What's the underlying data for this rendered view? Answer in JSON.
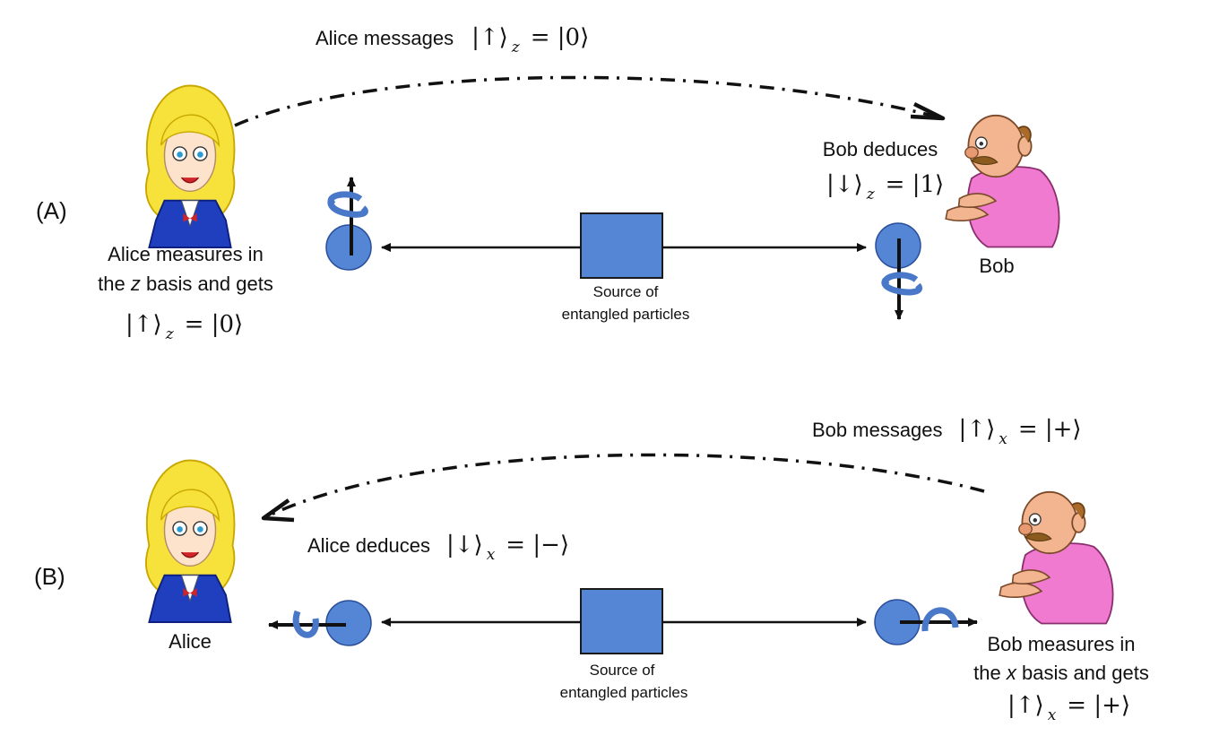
{
  "panel_a": {
    "label": "(A)",
    "message_text": "Alice messages",
    "message_ket": "|↑⟩",
    "message_sub": "z",
    "message_rhs": "= |0⟩",
    "alice_line1": "Alice measures in",
    "alice_line2_pre": "the ",
    "alice_line2_basis": "z",
    "alice_line2_post": " basis and gets",
    "alice_result_ket": "|↑⟩",
    "alice_result_sub": "z",
    "alice_result_rhs": "= |0⟩",
    "bob_deduces": "Bob deduces",
    "bob_result_ket": "|↓⟩",
    "bob_result_sub": "z",
    "bob_result_rhs": "= |1⟩",
    "bob_name": "Bob",
    "source_line1": "Source of",
    "source_line2": "entangled particles"
  },
  "panel_b": {
    "label": "(B)",
    "message_text": "Bob messages",
    "message_ket": "|↑⟩",
    "message_sub": "x",
    "message_rhs": "= |+⟩",
    "alice_deduces": "Alice deduces",
    "alice_result_ket": "|↓⟩",
    "alice_result_sub": "x",
    "alice_result_rhs": "= |−⟩",
    "alice_name": "Alice",
    "bob_line1": "Bob measures in",
    "bob_line2_pre": "the ",
    "bob_line2_basis": "x",
    "bob_line2_post": " basis and gets",
    "bob_result_ket": "|↑⟩",
    "bob_result_sub": "x",
    "bob_result_rhs": "= |+⟩",
    "source_line1": "Source of",
    "source_line2": "entangled particles"
  },
  "colors": {
    "particle_blue": "#5585d5",
    "spin_blue": "#4a78c8",
    "alice_hair": "#f7e23c",
    "alice_jacket": "#1f3fbf",
    "bob_shirt": "#f07ad0",
    "bob_skin": "#f2b58f"
  }
}
